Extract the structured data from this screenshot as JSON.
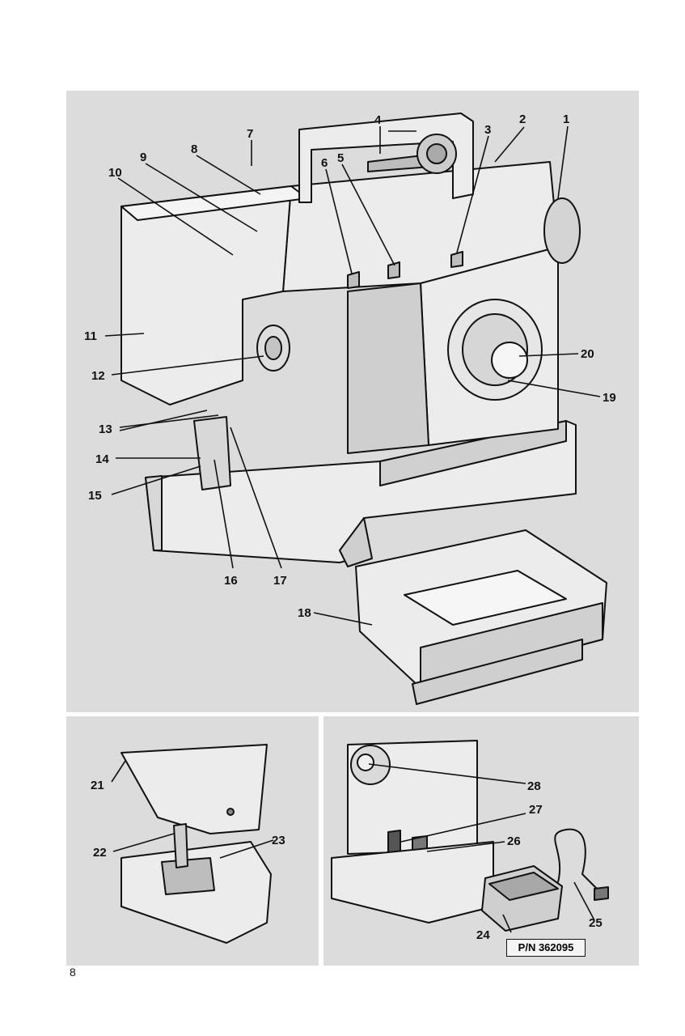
{
  "callouts": {
    "n1": "1",
    "n2": "2",
    "n3": "3",
    "n4": "4",
    "n5": "5",
    "n6": "6",
    "n7": "7",
    "n8": "8",
    "n9": "9",
    "n10": "10",
    "n11": "11",
    "n12": "12",
    "n13": "13",
    "n14": "14",
    "n15": "15",
    "n16": "16",
    "n17": "17",
    "n18": "18",
    "n19": "19",
    "n20": "20",
    "n21": "21",
    "n22": "22",
    "n23": "23",
    "n24": "24",
    "n25": "25",
    "n26": "26",
    "n27": "27",
    "n28": "28"
  },
  "part_number": "P/N 362095",
  "page_number": "8",
  "colors": {
    "panel": "#dcdcdc",
    "ink": "#111111"
  }
}
